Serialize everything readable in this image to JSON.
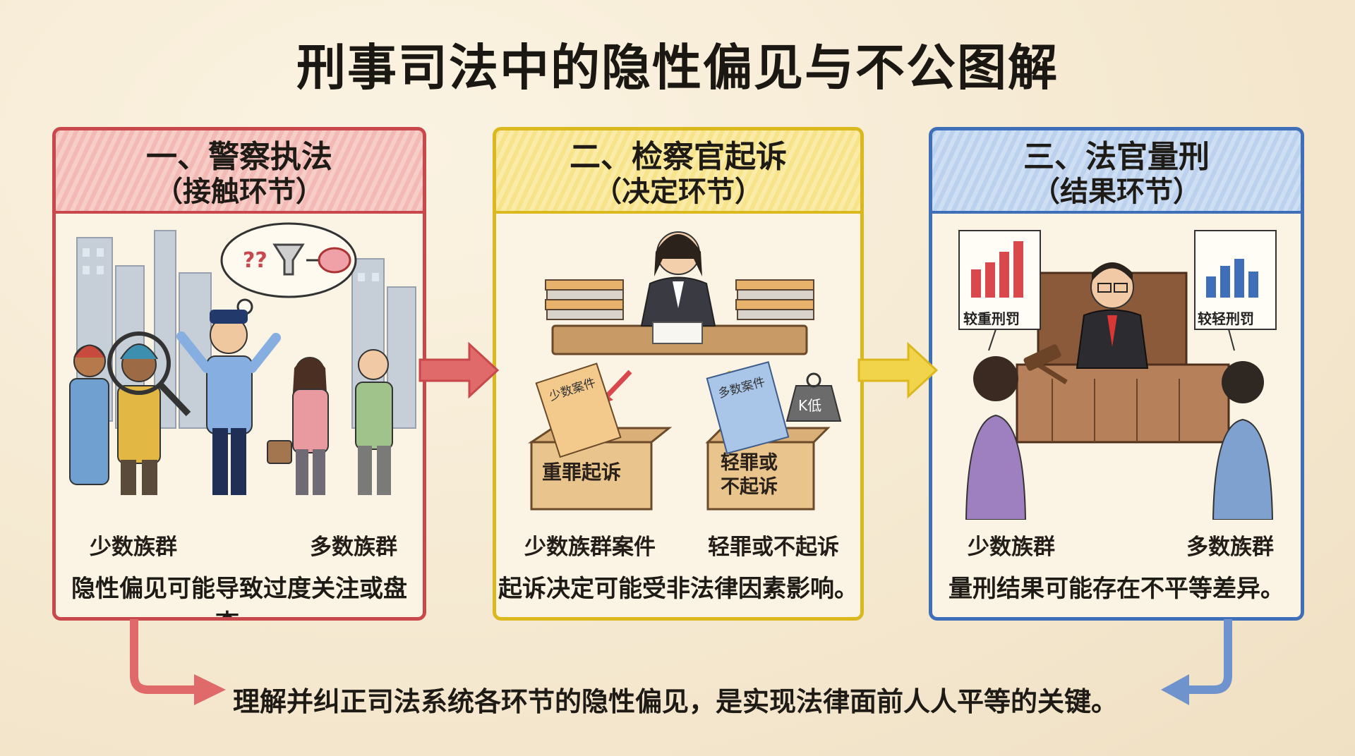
{
  "title": "刑事司法中的隐性偏见与不公图解",
  "panels": [
    {
      "heading": "一、警察执法",
      "subheading": "（接触环节）",
      "labels": [
        "少数族群",
        "多数族群"
      ],
      "caption": "隐性偏见可能导致过度关注或盘查。",
      "color": "#c9484c"
    },
    {
      "heading": "二、检察官起诉",
      "subheading": "（决定环节）",
      "box_left": "重罪起诉",
      "box_right": "轻罪或\n不起诉",
      "folder_left": "少数案件",
      "folder_right": "多数案件",
      "weight": "K低",
      "labels": [
        "少数族群案件",
        "轻罪或不起诉"
      ],
      "caption": "起诉决定可能受非法律因素影响。",
      "color": "#dcb81f"
    },
    {
      "heading": "三、法官量刑",
      "subheading": "（结果环节）",
      "doc_left": "较重刑罚",
      "doc_right": "较轻刑罚",
      "labels": [
        "少数族群",
        "多数族群"
      ],
      "caption": "量刑结果可能存在不平等差异。",
      "color": "#3f6fb9"
    }
  ],
  "bottom_text": "理解并纠正司法系统各环节的隐性偏见，是实现法律面前人人平等的关键。",
  "colors": {
    "red": "#d9484c",
    "yellow": "#ecc72a",
    "blue": "#3f6fb9"
  }
}
